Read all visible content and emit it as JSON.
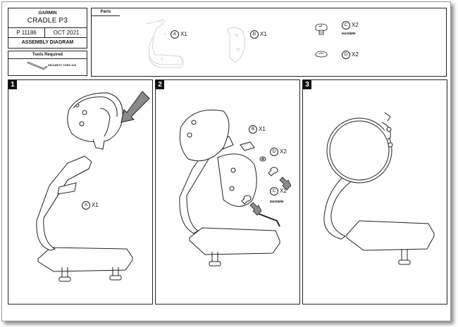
{
  "title_block": {
    "brand": "GARMIN",
    "model": "CRADLE P3",
    "part_number": "P 11186",
    "date": "OCT 2021",
    "doc_type": "ASSEMBLY DIAGRAM"
  },
  "tools": {
    "title": "Tools Required",
    "items": [
      {
        "label": "SECURITY TORX 320",
        "icon": "allen-key-icon"
      }
    ]
  },
  "parts": {
    "title": "Parts",
    "items": [
      {
        "letter": "A",
        "qty": "X1",
        "name": "cradle-stand"
      },
      {
        "letter": "B",
        "qty": "X1",
        "name": "mount-plate"
      },
      {
        "letter": "C",
        "qty": "X2",
        "spec": "M4X8MM",
        "name": "screw"
      },
      {
        "letter": "D",
        "qty": "X2",
        "name": "washer"
      }
    ]
  },
  "steps": [
    {
      "number": "1",
      "callouts": [
        {
          "letter": "A",
          "qty": "X1"
        }
      ]
    },
    {
      "number": "2",
      "callouts": [
        {
          "letter": "B",
          "qty": "X1"
        },
        {
          "letter": "D",
          "qty": "X2"
        },
        {
          "letter": "C",
          "qty": "X2",
          "spec": "M4X8MM"
        }
      ]
    },
    {
      "number": "3",
      "callouts": []
    }
  ]
}
